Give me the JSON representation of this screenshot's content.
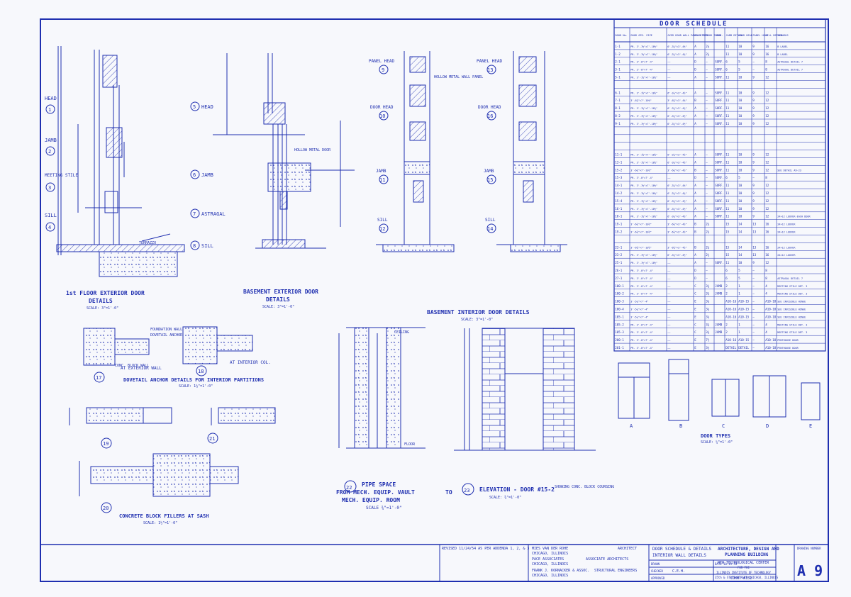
{
  "colors": {
    "paper": "#f7f8fc",
    "ink": "#1f2fb0",
    "ink_light": "#5a66c8"
  },
  "sections": {
    "first_floor_exterior": {
      "title": "1st FLOOR EXTERIOR DOOR",
      "title2": "DETAILS",
      "scale": "SCALE: 3\"=1'-0\""
    },
    "basement_exterior": {
      "title": "BASEMENT EXTERIOR DOOR",
      "title2": "DETAILS",
      "scale": "SCALE: 3\"=1'-0\""
    },
    "basement_interior": {
      "title": "BASEMENT INTERIOR DOOR DETAILS",
      "scale": "SCALE: 3\"=1'-0\""
    },
    "dovetail": {
      "title": "DOVETAIL ANCHOR DETAILS FOR INTERIOR PARTITIONS",
      "scale": "SCALE: 1½\"=1'-0\"",
      "caption_a": "AT EXTERIOR WALL",
      "caption_b": "AT INTERIOR COL."
    },
    "filler": {
      "title": "CONCRETE BLOCK FILLERS AT SASH",
      "scale": "SCALE: 1½\"=1'-0\""
    },
    "pipe_space": {
      "line1": "PIPE SPACE",
      "line2": "FROM MECH. EQUIP. VAULT",
      "line3": "MECH. EQUIP. ROOM",
      "to": "TO",
      "scale": "SCALE ¾\"=1'-0\""
    },
    "elevation": {
      "title": "ELEVATION - DOOR #15-2",
      "note": "SHOWING CONC. BLOCK COURSING",
      "scale": "SCALE: ¾\"=1'-0\""
    },
    "door_types": {
      "title": "DOOR TYPES",
      "scale": "SCALE: ¼\"=1'-0\""
    }
  },
  "callouts": {
    "head": "HEAD",
    "jamb": "JAMB",
    "meeting_stile": "MEETING STILE",
    "sill": "SILL",
    "astragal": "ASTRAGAL",
    "panel_head": "PANEL HEAD",
    "door_head": "DOOR HEAD",
    "n1": "1",
    "n2": "2",
    "n3": "3",
    "n4": "4",
    "n5": "5",
    "n6": "6",
    "n7": "7",
    "n8": "8",
    "n9": "9",
    "n10": "10",
    "n11": "11",
    "n12": "12",
    "n13": "13",
    "n14": "14",
    "n15": "15",
    "n16": "16",
    "n17": "17",
    "n18": "18",
    "n19": "19",
    "n20": "20",
    "n21": "21",
    "n22": "22",
    "n23": "23"
  },
  "annotations": {
    "hollow_metal_wall_panel": "HOLLOW METAL WALL PANEL",
    "hollow_metal_door": "HOLLOW METAL DOOR",
    "foundation_wall": "FOUNDATION WALL",
    "dovetail_anchor": "DOVETAIL ANCHOR",
    "conc_block_wall": "CONC. BLOCK WALL",
    "terrazzo": "TERRAZZO",
    "ceiling": "CEILING",
    "floor": "FLOOR"
  },
  "door_schedule": {
    "title": "DOOR SCHEDULE",
    "headers": [
      "DOOR No.",
      "DOOR OPG. SIZE",
      "OVER DOOR WALL PANEL SIZE",
      "DOOR TYPE",
      "DOOR THICK.",
      "HDWE.",
      "JAMB DETAIL",
      "DOOR HEAD",
      "PANEL HEAD",
      "SILL DETAIL",
      "REMARKS"
    ],
    "rows": [
      [
        "1-1",
        "PR. 3'-1½\"×7'-10½\"",
        "6'-3¼\"×3'-4½\"",
        "A",
        "2¼",
        "",
        "11",
        "10",
        "9",
        "16",
        "B LABEL"
      ],
      [
        "1-2",
        "PR. 3'-1½\"×7'-10½\"",
        "6'-3¼\"×3'-4½\"",
        "A",
        "2¼",
        "",
        "11",
        "10",
        "9",
        "16",
        "B LABEL"
      ],
      [
        "2-1",
        "PR. 3'-0\"×7'-4\"",
        "——",
        "D",
        "—",
        "SURF.",
        "6",
        "5",
        "—",
        "8",
        "ASTRAGAL DETAIL 7"
      ],
      [
        "3-1",
        "PR. 3'-0\"×7'-4\"",
        "——",
        "D",
        "—",
        "SURF.",
        "6",
        "5",
        "—",
        "8",
        "ASTRAGAL DETAIL 7"
      ],
      [
        "5-1",
        "PR. 3'-1½\"×7'-10½\"",
        "——",
        "A",
        "—",
        "SURF.",
        "11",
        "10",
        "9",
        "12",
        ""
      ],
      [
        "",
        "",
        "",
        "",
        "",
        "",
        "",
        "",
        "",
        "",
        ""
      ],
      [
        "6-1",
        "PR. 3'-1½\"×7'-10½\"",
        "6'-3¼\"×3'-4½\"",
        "A",
        "—",
        "SURF.",
        "11",
        "10",
        "9",
        "12",
        ""
      ],
      [
        "7-1",
        "3'-6¾\"×7'-10½\"",
        "3'-6¾\"×3'-4½\"",
        "B",
        "—",
        "SURF.",
        "11",
        "10",
        "9",
        "12",
        ""
      ],
      [
        "8-1",
        "PR. 3'-1½\"×7'-10½\"",
        "6'-3¼\"×3'-4½\"",
        "A",
        "—",
        "SURF.",
        "11",
        "10",
        "9",
        "12",
        ""
      ],
      [
        "8-2",
        "PR. 3'-1½\"×7'-10½\"",
        "6'-3¼\"×3'-4½\"",
        "A",
        "—",
        "SURF.",
        "11",
        "10",
        "9",
        "12",
        ""
      ],
      [
        "9-1",
        "PR. 3'-1½\"×7'-10½\"",
        "6'-3¼\"×3'-4½\"",
        "A",
        "—",
        "SURF.",
        "11",
        "10",
        "9",
        "12",
        ""
      ],
      [
        "",
        "",
        "",
        "",
        "",
        "",
        "",
        "",
        "",
        "",
        ""
      ],
      [
        "",
        "",
        "",
        "",
        "",
        "",
        "",
        "",
        "",
        "",
        ""
      ],
      [
        "",
        "",
        "",
        "",
        "",
        "",
        "",
        "",
        "",
        "",
        ""
      ],
      [
        "11-1",
        "PR. 3'-1½\"×7'-10½\"",
        "6'-3¼\"×3'-4½\"",
        "A",
        "—",
        "SURF.",
        "11",
        "10",
        "9",
        "12",
        ""
      ],
      [
        "13-1",
        "PR. 3'-1½\"×7'-10½\"",
        "6'-3¼\"×3'-4½\"",
        "A",
        "—",
        "SURF.",
        "11",
        "10",
        "9",
        "12",
        ""
      ],
      [
        "15-2",
        "3'-6¾\"×7'-10½\"",
        "3'-6¾\"×3'-4½\"",
        "B",
        "—",
        "SURF.",
        "11",
        "10",
        "9",
        "12",
        "SEE DETAIL A9-23"
      ],
      [
        "15-3",
        "PR. 3'-0\"×7'-4\"",
        "——",
        "D",
        "—",
        "SURF.",
        "6",
        "5",
        "—",
        "8",
        ""
      ],
      [
        "14-1",
        "PR. 3'-1½\"×7'-10½\"",
        "6'-3¼\"×3'-4½\"",
        "A",
        "—",
        "SURF.",
        "11",
        "10",
        "9",
        "12",
        ""
      ],
      [
        "14-2",
        "PR. 3'-1½\"×7'-10½\"",
        "6'-3¼\"×3'-4½\"",
        "A",
        "—",
        "SURF.",
        "11",
        "10",
        "9",
        "12",
        ""
      ],
      [
        "15-4",
        "PR. 3'-1½\"×7'-10½\"",
        "6'-3¼\"×3'-4½\"",
        "A",
        "—",
        "SURF.",
        "11",
        "10",
        "9",
        "12",
        ""
      ],
      [
        "16-1",
        "PR. 3'-1½\"×7'-10½\"",
        "6'-3¼\"×3'-4½\"",
        "A",
        "—",
        "SURF.",
        "11",
        "10",
        "9",
        "12",
        ""
      ],
      [
        "18-1",
        "PR. 3'-1½\"×7'-10½\"",
        "6'-3¼\"×3'-4½\"",
        "A",
        "—",
        "SURF.",
        "11",
        "10",
        "9",
        "12",
        "24×12 LOUVER-EACH DOOR"
      ],
      [
        "19-1",
        "3'-6¾\"×7'-10½\"",
        "3'-6¾\"×3'-4½\"",
        "B",
        "2¼",
        "",
        "15",
        "14",
        "13",
        "16",
        "24×12 LOUVER"
      ],
      [
        "19-2",
        "3'-6¾\"×7'-10½\"",
        "3'-6¾\"×3'-4½\"",
        "B",
        "2¼",
        "",
        "15",
        "14",
        "13",
        "16",
        "24×12 LOUVER"
      ],
      [
        "",
        "",
        "",
        "",
        "",
        "",
        "",
        "",
        "",
        "",
        ""
      ],
      [
        "23-1",
        "3'-6¾\"×7'-10½\"",
        "3'-6¾\"×3'-4½\"",
        "B",
        "2¼",
        "",
        "15",
        "14",
        "13",
        "16",
        "24×12 LOUVER"
      ],
      [
        "23-2",
        "PR. 3'-1½\"×7'-10½\"",
        "6'-3¼\"×3'-4½\"",
        "A",
        "2¼",
        "",
        "15",
        "14",
        "13",
        "16",
        "24×12 LOUVER"
      ],
      [
        "25-1",
        "PR. 3'-1½\"×7'-10½\"",
        "——",
        "A",
        "—",
        "SURF.",
        "11",
        "10",
        "9",
        "12",
        ""
      ],
      [
        "26-1",
        "PR. 3'-0\"×7'-4\"",
        "——",
        "D",
        "—",
        "",
        "6",
        "5",
        "—",
        "8",
        ""
      ],
      [
        "27-1",
        "PR. 3'-0\"×7'-4\"",
        "——",
        "D",
        "—",
        "",
        "6",
        "5",
        "—",
        "8",
        "ASTRAGAL DETAIL 7"
      ],
      [
        "100-1",
        "PR. 3'-0\"×7'-4\"",
        "——",
        "C",
        "3¾",
        "JAMB",
        "2",
        "1",
        "—",
        "4",
        "MEETING STILE DET. 3"
      ],
      [
        "100-2",
        "PR. 3'-0\"×7'-4\"",
        "——",
        "C",
        "3¾",
        "JAMB",
        "2",
        "1",
        "—",
        "4",
        "MEETING STILE DET. 3"
      ],
      [
        "100-3",
        "3'-5¼\"×7'-4\"",
        "——",
        "E",
        "3¼",
        "",
        "A10-16",
        "A10-15",
        "—",
        "A10-18",
        "SEE INVISIBLE HINGE"
      ],
      [
        "100-4",
        "3'-5¼\"×7'-4\"",
        "——",
        "E",
        "3¼",
        "",
        "A10-16",
        "A10-15",
        "—",
        "A10-18",
        "SEE INVISIBLE HINGE"
      ],
      [
        "105-1",
        "3'-5¼\"×7'-4\"",
        "——",
        "E",
        "3¼",
        "",
        "A10-16",
        "A10-15",
        "—",
        "A10-18",
        "SEE INVISIBLE HINGE"
      ],
      [
        "105-2",
        "PR. 3'-0\"×7'-4\"",
        "——",
        "C",
        "3¾",
        "JAMB",
        "2",
        "1",
        "—",
        "4",
        "MEETING STILE DET. 3"
      ],
      [
        "105-3",
        "PR. 3'-0\"×7'-4\"",
        "——",
        "C",
        "3¾",
        "JAMB",
        "2",
        "1",
        "—",
        "4",
        "MEETING STILE DET. 3"
      ],
      [
        "200-1",
        "PR. 3'-0\"×7'-4\"",
        "——",
        "E",
        "7½",
        "",
        "A10-16",
        "A10-15",
        "—",
        "A10-18",
        "PENTHOUSE DOOR"
      ],
      [
        "201-1",
        "PR. 3'-0\"×7'-4\"",
        "——",
        "E",
        "3¼",
        "",
        "DETAIL",
        "DETAIL",
        "—",
        "A10-18",
        "PENTHOUSE DOOR"
      ]
    ]
  },
  "door_type_letters": [
    "A",
    "B",
    "C",
    "D",
    "E"
  ],
  "title_block": {
    "revised": "REVISED 11/24/54 AS PER ADDENDA 1, 2, & 3",
    "architect_name": "MIES VAN DER ROHE",
    "architect_city": "CHICAGO, ILLINOIS",
    "architect_role": "ARCHITECT",
    "assoc_name": "PACE ASSOCIATES",
    "assoc_city": "CHICAGO, ILLINOIS",
    "assoc_role": "ASSOCIATE ARCHITECTS",
    "eng_name": "FRANK J. KORNACKER & ASSOC.",
    "eng_city": "CHICAGO, ILLINOIS",
    "eng_role": "STRUCTURAL ENGINEERS",
    "sheet_title1": "DOOR SCHEDULE & DETAILS",
    "sheet_title2": "INTERIOR WALL DETAILS",
    "drawn": "DRAWN",
    "date": "DATE 10-15-54",
    "checked": "CHECKED",
    "checked_by": "C.E.H.",
    "approved": "APPROVED",
    "comm": "COMM. #351",
    "project1": "ARCHITECTURE, DESIGN AND",
    "project2": "PLANNING BUILDING",
    "project3": "NEW TECHNOLOGICAL CENTER",
    "project4": "FOR THE",
    "project5": "ILLINOIS INSTITUTE OF TECHNOLOGY",
    "project6": "35th & STATE STREET  CHICAGO, ILLINOIS",
    "drawing_number_label": "DRAWING NUMBER",
    "drawing_number": "A 9"
  }
}
